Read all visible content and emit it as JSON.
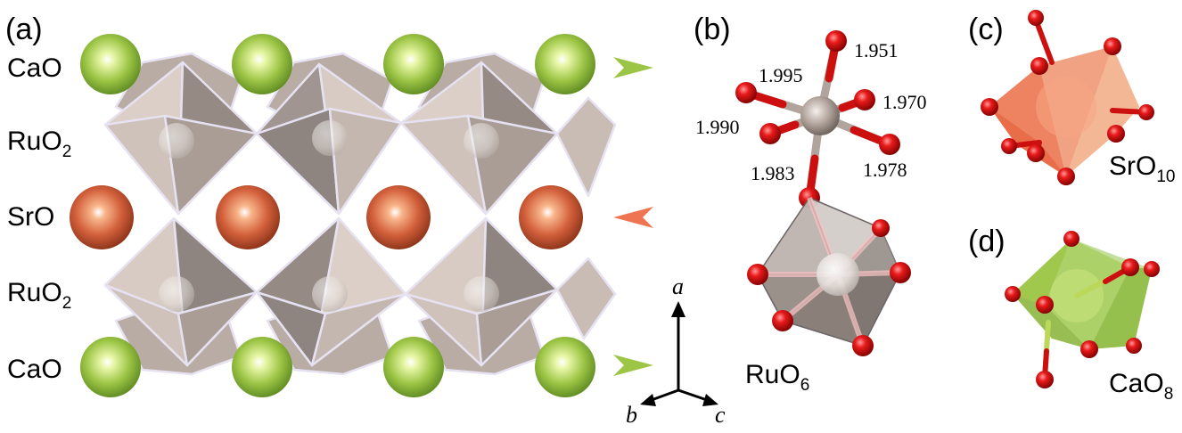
{
  "panels": {
    "a": {
      "label": "(a)"
    },
    "b": {
      "label": "(b)"
    },
    "c": {
      "label": "(c)"
    },
    "d": {
      "label": "(d)"
    }
  },
  "layers": [
    {
      "base": "CaO",
      "sub": ""
    },
    {
      "base": "RuO",
      "sub": "2"
    },
    {
      "base": "SrO",
      "sub": ""
    },
    {
      "base": "RuO",
      "sub": "2"
    },
    {
      "base": "CaO",
      "sub": ""
    }
  ],
  "bond_lengths": [
    "1.951",
    "1.995",
    "1.970",
    "1.990",
    "1.978",
    "1.983"
  ],
  "polyhedra": {
    "ruo6": {
      "base": "RuO",
      "sub": "6"
    },
    "sro10": {
      "base": "SrO",
      "sub": "10"
    },
    "cao8": {
      "base": "CaO",
      "sub": "8"
    }
  },
  "axes": {
    "a": "a",
    "b": "b",
    "c": "c"
  },
  "colors": {
    "ca": "#9cc545",
    "sr": "#d25f3b",
    "ru_oct_dark": "#8f8580",
    "ru_oct_light": "#d8cbc3",
    "oxygen": "#d80d10",
    "marker_ca": "#9cc545",
    "marker_sr": "#ef7552"
  }
}
